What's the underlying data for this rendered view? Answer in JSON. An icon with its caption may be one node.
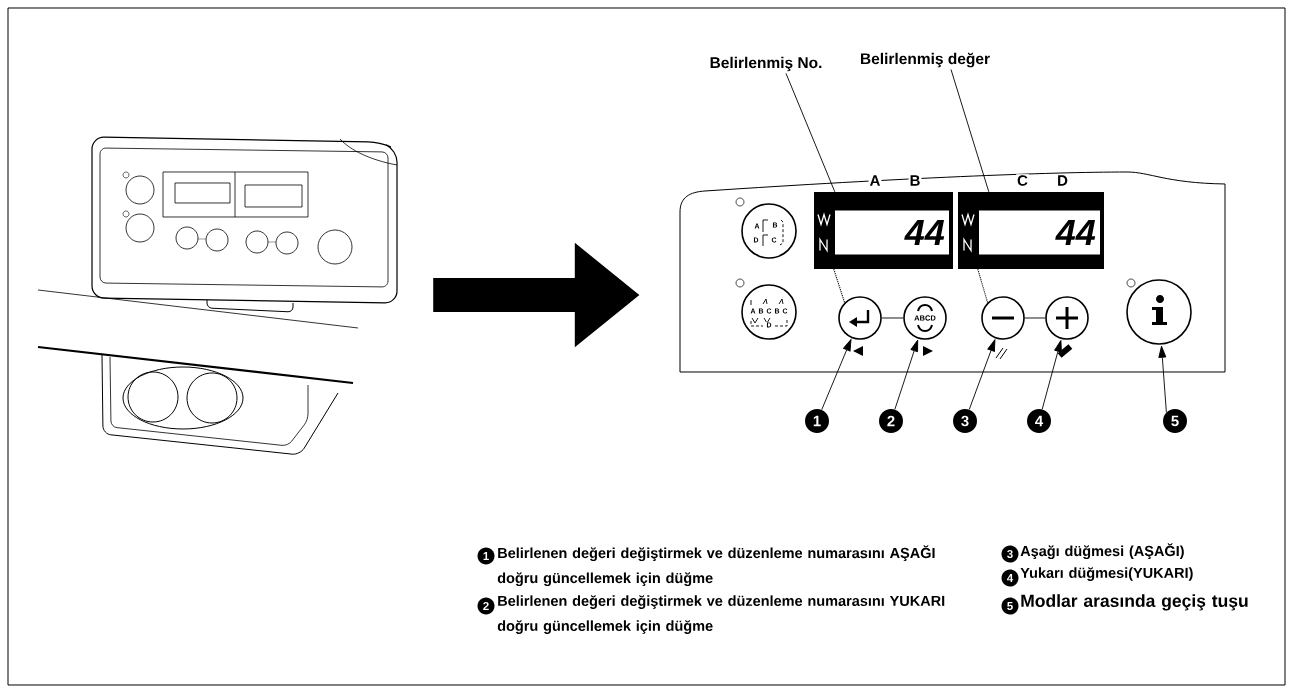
{
  "diagram": {
    "nodes": [
      {
        "text": [],
        "shape": "picture"
      },
      {
        "text": [],
        "shape": "picture"
      },
      {
        "text": [
          "Belirlenmiş No."
        ]
      },
      {
        "text": [
          "Belirlenmiş değer"
        ]
      },
      {
        "text": [
          "A",
          "B",
          "D",
          "C"
        ],
        "in": 1
      },
      {
        "text": [
          "A",
          "B",
          "C",
          "B",
          "C",
          "D"
        ],
        "in": 1
      },
      {
        "text": [
          "44"
        ],
        "beside": [
          "A",
          "B"
        ],
        "in": 1
      },
      {
        "text": [
          "44"
        ],
        "beside": [
          "C",
          "D"
        ],
        "in": 1
      },
      {
        "text": [],
        "shape": "circle",
        "in": 1
      },
      {
        "text": [
          "ABCD"
        ],
        "in": 1
      },
      {
        "text": [],
        "shape": "circle",
        "in": 1
      },
      {
        "text": [],
        "shape": "circle",
        "in": 1
      },
      {
        "text": [],
        "shape": "circle",
        "in": 1
      },
      {
        "text": [
          "1"
        ]
      },
      {
        "text": [
          "2"
        ]
      },
      {
        "text": [
          "3"
        ]
      },
      {
        "text": [
          "4"
        ]
      },
      {
        "text": [
          "5"
        ]
      }
    ],
    "edges": [
      {
        "from": 0,
        "to": 1,
        "arrow": "to",
        "style": "thick"
      },
      {
        "from": 2,
        "to": 6,
        "arrow": "none"
      },
      {
        "from": 3,
        "to": 7,
        "arrow": "none"
      },
      {
        "from": 6,
        "to": 8,
        "arrow": "none",
        "style": "dashed"
      },
      {
        "from": 7,
        "to": 10,
        "arrow": "none",
        "style": "dashed"
      },
      {
        "from": 8,
        "to": 9,
        "arrow": "none"
      },
      {
        "from": 10,
        "to": 11,
        "arrow": "none"
      },
      {
        "from": 13,
        "to": 8,
        "arrow": "to"
      },
      {
        "from": 14,
        "to": 9,
        "arrow": "to"
      },
      {
        "from": 15,
        "to": 10,
        "arrow": "to"
      },
      {
        "from": 16,
        "to": 11,
        "arrow": "to"
      },
      {
        "from": 17,
        "to": 12,
        "arrow": "to"
      }
    ],
    "labels": [
      "1",
      "Belirlenen değeri değiştirmek ve düzenleme numarasını AŞAĞI doğru güncellemek için düğme",
      "2",
      "Belirlenen değeri değiştirmek ve düzenleme numarasını YUKARI doğru güncellemek için düğme",
      "3",
      "Aşağı düğmesi (AŞAĞI)",
      "4",
      "Yukarı düğmesi(YUKARI)",
      "5",
      "Modlar arasında geçiş tuşu"
    ]
  }
}
